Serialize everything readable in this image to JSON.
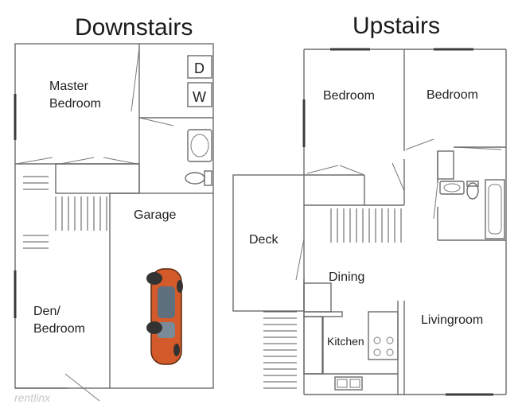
{
  "titles": {
    "downstairs": "Downstairs",
    "upstairs": "Upstairs"
  },
  "rooms": {
    "master_bedroom_line1": "Master",
    "master_bedroom_line2": "Bedroom",
    "garage": "Garage",
    "den_line1": "Den/",
    "den_line2": "Bedroom",
    "bedroom_left": "Bedroom",
    "bedroom_right": "Bedroom",
    "deck": "Deck",
    "dining": "Dining",
    "kitchen": "Kitchen",
    "livingroom": "Livingroom"
  },
  "appliances": {
    "dryer": "D",
    "washer": "W"
  },
  "watermark": "rentlinx"
}
